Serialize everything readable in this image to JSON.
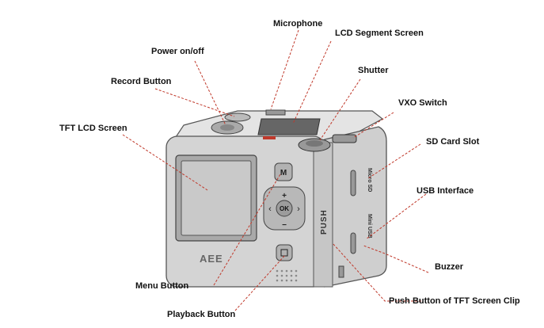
{
  "labels": {
    "microphone": "Microphone",
    "lcd_segment_screen": "LCD Segment Screen",
    "power_on_off": "Power on/off",
    "shutter": "Shutter",
    "record_button": "Record Button",
    "vxo_switch": "VXO Switch",
    "tft_lcd_screen": "TFT LCD Screen",
    "sd_card_slot": "SD Card Slot",
    "usb_interface": "USB Interface",
    "buzzer": "Buzzer",
    "menu_button": "Menu Button",
    "playback_button": "Playback Button",
    "push_button_tft_clip": "Push Button of TFT Screen Clip"
  },
  "device": {
    "brand": "AEE",
    "button_m": "M",
    "button_ok": "OK",
    "button_plus": "+",
    "button_minus": "−",
    "clip_text": "PUSH",
    "side_micro_sd": "Micro SD",
    "side_mini_usb": "Mini USB"
  },
  "colors": {
    "leader_line": "#c0392b",
    "body": "#d2d2d2",
    "outline": "#555555"
  }
}
